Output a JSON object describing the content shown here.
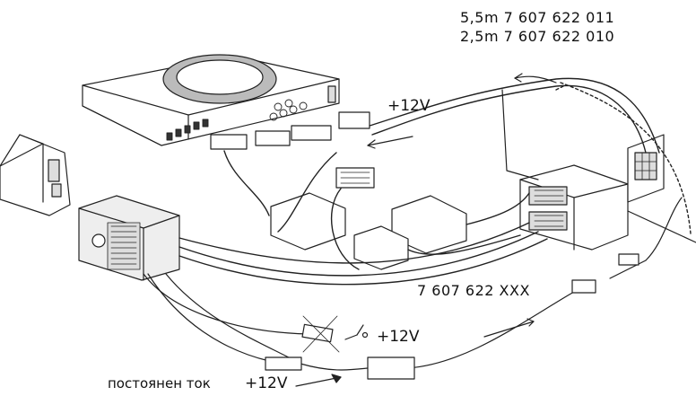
{
  "labels": {
    "part_long": "5,5m 7 607 622 011",
    "part_short": "2,5m 7 607 622 010",
    "plus12_top": "+12V",
    "part_generic": "7 607 622  XXX",
    "plus12_switched": "+12V",
    "dc_text": "постоянен ток",
    "plus12_bottom": "+12V"
  }
}
